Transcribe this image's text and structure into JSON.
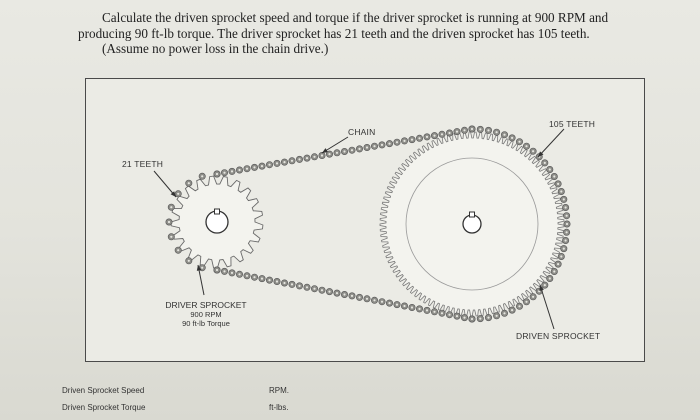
{
  "question": {
    "line1": "Calculate the driven sprocket speed and torque if the driver sprocket is running at 900 RPM and",
    "line2": "producing 90 ft-lb torque. The driver sprocket has 21 teeth and the driven sprocket has 105 teeth.",
    "note": "(Assume no power loss in the chain drive.)"
  },
  "figure": {
    "chain_label": "CHAIN",
    "driver_teeth_label": "21 TEETH",
    "driven_teeth_label": "105 TEETH",
    "driver_title": "DRIVER SPROCKET",
    "driver_rpm": "900 RPM",
    "driver_torque": "90 ft-lb Torque",
    "driven_title": "DRIVEN SPROCKET"
  },
  "answers": [
    {
      "label": "Driven Sprocket Speed",
      "unit": "RPM."
    },
    {
      "label": "Driven Sprocket Torque",
      "unit": "ft-lbs."
    }
  ]
}
